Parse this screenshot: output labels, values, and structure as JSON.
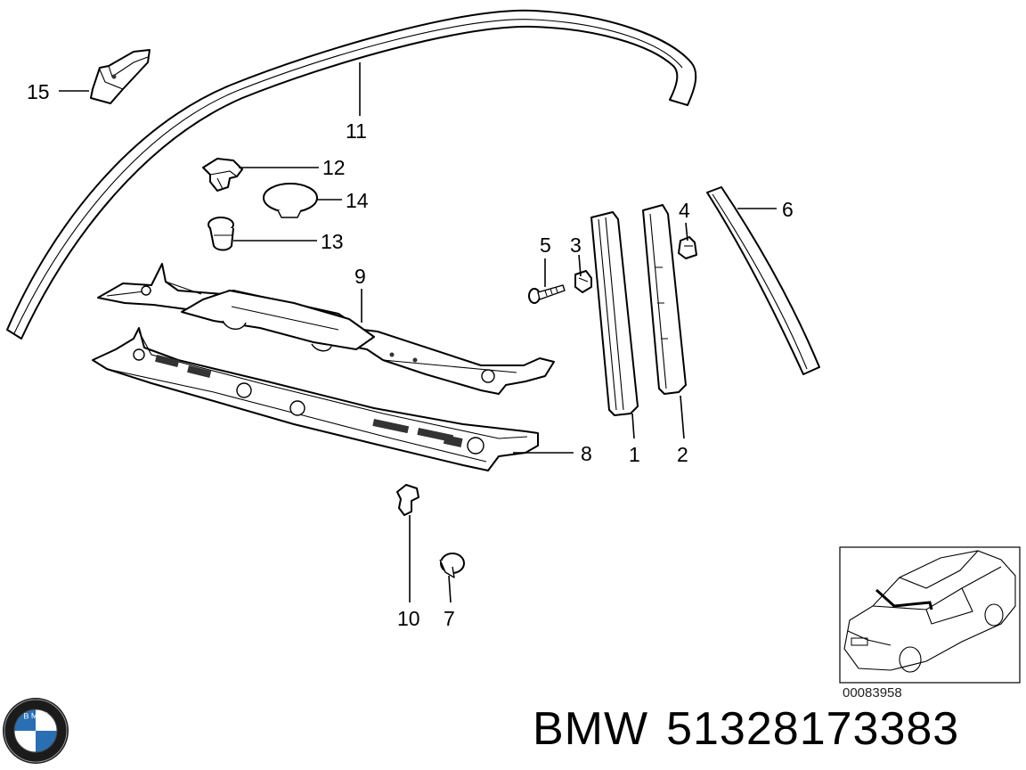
{
  "parts": [
    {
      "id": "15",
      "label": "15"
    },
    {
      "id": "11",
      "label": "11"
    },
    {
      "id": "12",
      "label": "12"
    },
    {
      "id": "14",
      "label": "14"
    },
    {
      "id": "13",
      "label": "13"
    },
    {
      "id": "9",
      "label": "9"
    },
    {
      "id": "5",
      "label": "5"
    },
    {
      "id": "3",
      "label": "3"
    },
    {
      "id": "4",
      "label": "4"
    },
    {
      "id": "6",
      "label": "6"
    },
    {
      "id": "8",
      "label": "8"
    },
    {
      "id": "1",
      "label": "1"
    },
    {
      "id": "2",
      "label": "2"
    },
    {
      "id": "10",
      "label": "10"
    },
    {
      "id": "7",
      "label": "7"
    }
  ],
  "inset": {
    "reference_code": "00083958"
  },
  "footer": {
    "brand": "BMW",
    "part_number": "51328173383"
  },
  "colors": {
    "line": "#000000",
    "background": "#ffffff"
  },
  "icons": {
    "logo": "bmw-roundel-logo"
  }
}
